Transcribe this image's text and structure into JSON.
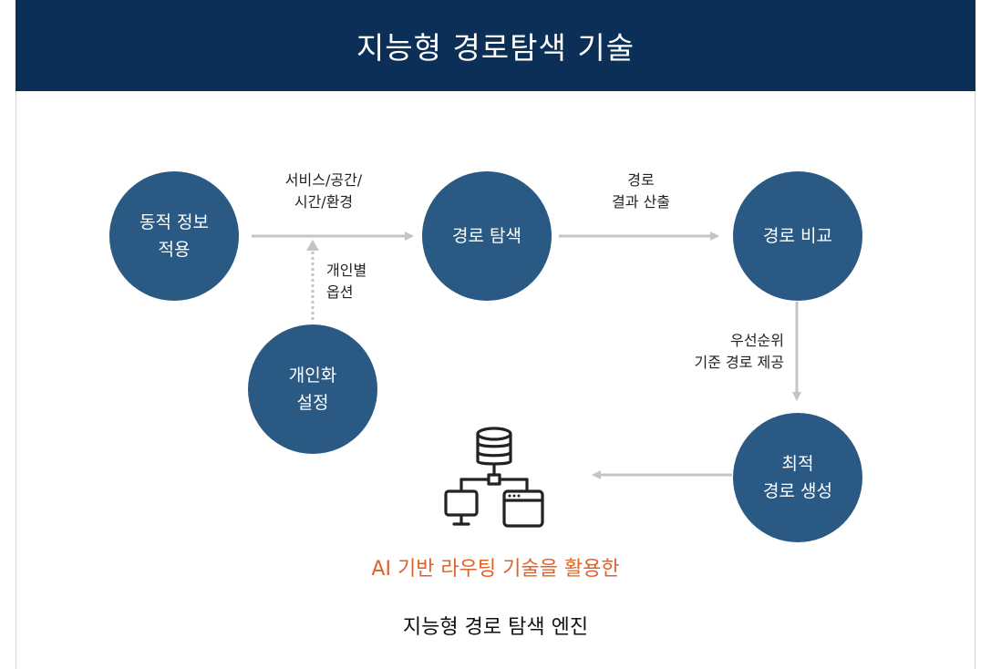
{
  "header": {
    "title": "지능형 경로탐색 기술"
  },
  "nodes": {
    "dynamic_info": {
      "line1": "동적 정보",
      "line2": "적용"
    },
    "route_search": {
      "line1": "경로 탐색"
    },
    "route_compare": {
      "line1": "경로 비교"
    },
    "personalization": {
      "line1": "개인화",
      "line2": "설정"
    },
    "optimal_route": {
      "line1": "최적",
      "line2": "경로 생성"
    }
  },
  "edges": {
    "dynamic_to_search": {
      "line1": "서비스/공간/",
      "line2": "시간/환경"
    },
    "personal_option": {
      "line1": "개인별",
      "line2": "옵션"
    },
    "search_to_compare": {
      "line1": "경로",
      "line2": "결과 산출"
    },
    "compare_to_optimal": {
      "line1": "우선순위",
      "line2": "기준 경로 제공"
    }
  },
  "engine": {
    "icon": "server-network-icon",
    "caption_highlight": "AI 기반 라우팅 기술을 활용한",
    "caption": "지능형 경로 탐색 엔진"
  },
  "colors": {
    "header_bg": "#0b2f57",
    "node_fill": "#2a5a84",
    "arrow": "#c4c4c4",
    "highlight_text": "#e0622b"
  }
}
